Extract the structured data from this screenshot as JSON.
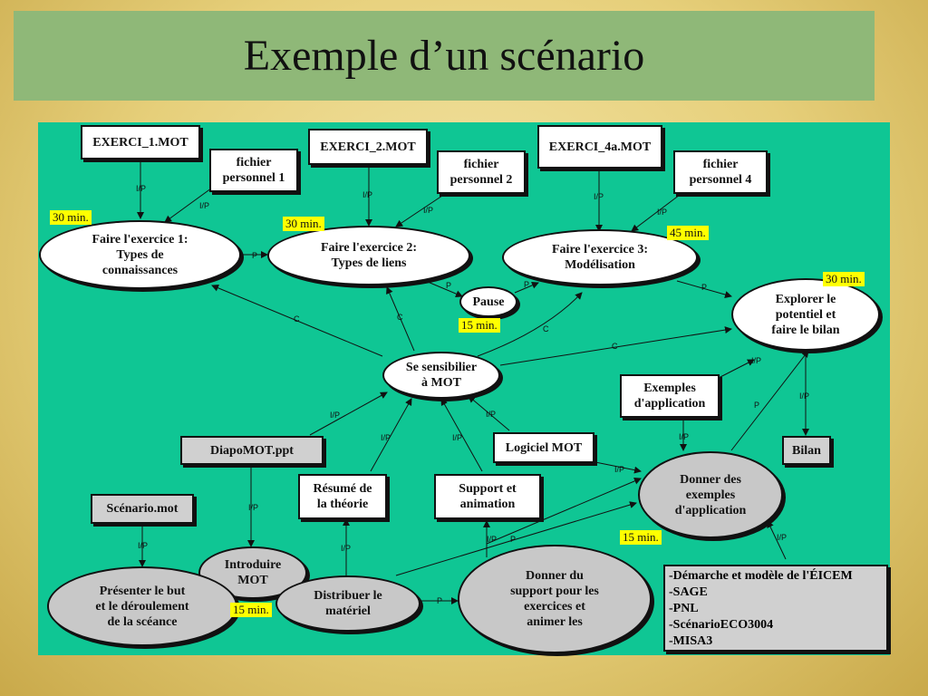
{
  "title": "Exemple d’un scénario",
  "nodes": {
    "exerci1": "EXERCI_1.MOT",
    "fichier1": "fichier\npersonnel 1",
    "exerci2": "EXERCI_2.MOT",
    "fichier2": "fichier\npersonnel 2",
    "exerci4a": "EXERCI_4a.MOT",
    "fichier4": "fichier\npersonnel 4",
    "ex1": "Faire l'exercice  1:\nTypes de\nconnaissances",
    "ex2": "Faire l'exercice  2:\nTypes de liens",
    "ex3": "Faire l'exercice  3:\nModélisation",
    "pause": "Pause",
    "explorer": "Explorer le\npotentiel et\nfaire le bilan",
    "sensib": "Se sensibilier\nà MOT",
    "exemples_app": "Exemples\nd'application",
    "bilan": "Bilan",
    "diapo": "DiapoMOT.ppt",
    "logiciel": "Logiciel MOT",
    "donner_ex": "Donner des\nexemples\nd'application",
    "scenario": "Scénario.mot",
    "resume": "Résumé de\nla théorie",
    "support": "Support et\nanimation",
    "introduire": "Introduire\nMOT",
    "presenter": "Présenter le but\net le déroulement\nde la scéance",
    "distribuer": "Distribuer le\nmatériel",
    "donner_sup": "Donner du\nsupport pour les\nexercices et\nanimer les"
  },
  "times": {
    "t1": "30 min.",
    "t2": "30 min.",
    "t3": "45 min.",
    "t4": "30 min.",
    "t5": "15 min.",
    "t6": "15 min.",
    "t7": "15 min."
  },
  "list_items": [
    "-Démarche et modèle de l'ÉICEM",
    "-SAGE",
    "-PNL",
    "-ScénarioECO3004",
    "-MISA3"
  ],
  "link_labels": {
    "ip": "I/P",
    "p": "P",
    "c": "C"
  }
}
